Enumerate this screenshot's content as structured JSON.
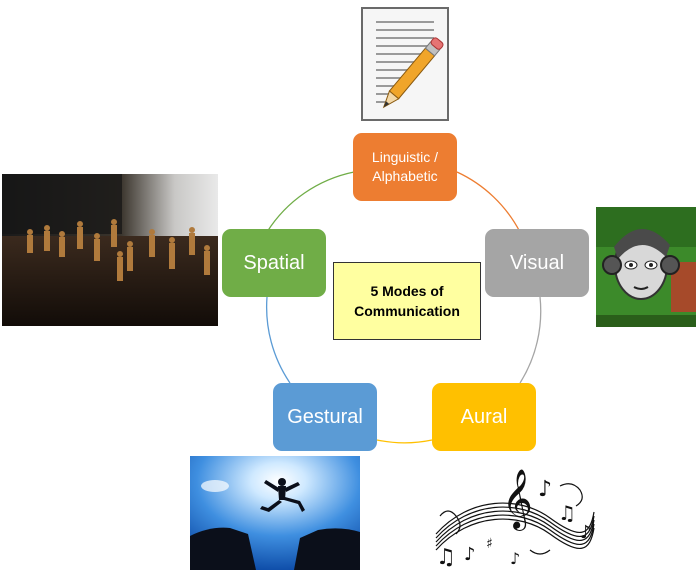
{
  "diagram": {
    "center_label": "5 Modes of\nCommunication",
    "nodes": [
      {
        "label": "Linguistic /\nAlphabetic",
        "color": "#ed7d31"
      },
      {
        "label": "Visual",
        "color": "#a5a5a5"
      },
      {
        "label": "Aural",
        "color": "#ffc000"
      },
      {
        "label": "Gestural",
        "color": "#5b9bd5"
      },
      {
        "label": "Spatial",
        "color": "#70ad47"
      }
    ]
  },
  "images": {
    "document": "document-with-pencil-icon",
    "dancers": "dancers-on-stage-photo",
    "graffiti": "graffiti-face-with-headphones",
    "jumper": "person-jumping-gap-silhouette",
    "music": "music-notes-swirl"
  }
}
